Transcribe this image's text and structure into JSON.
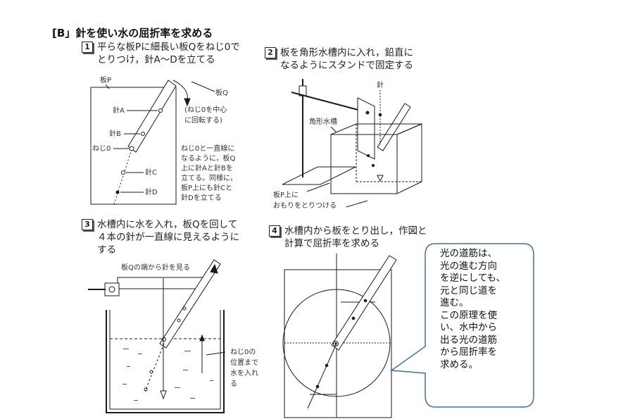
{
  "title": "[B」針を使い水の屈折率を求める",
  "steps": [
    {
      "num": "1",
      "line1": "平らな板Pに細長い板Qをねじ0で",
      "line2": "とりつけ，針A～Dを立てる"
    },
    {
      "num": "2",
      "line1": "板を角形水槽内に入れ，鉛直に",
      "line2": "なるようにスタンドで固定する"
    },
    {
      "num": "3",
      "line1": "水槽内に水を入れ，板Qを回して",
      "line2": "４本の針が一直線に見えるように",
      "line3": "する"
    },
    {
      "num": "4",
      "line1": "水槽内から板をとり出し，作図と",
      "line2": "計算で屈折率を求める"
    }
  ],
  "fig1": {
    "plate_p": "板P",
    "plate_q": "板Q",
    "rotate_note": [
      "(ねじ0を中心",
      "に回転する)"
    ],
    "needle_a": "針A",
    "needle_b": "針B",
    "screw": "ねじ0",
    "needle_c": "針C",
    "needle_d": "針D",
    "note": [
      "ねじ0と一直線に",
      "なるように，板Q",
      "上に針Aと針Bを",
      "立てる。同様に，",
      "板P上にも針Cと",
      "針Dを立てる"
    ]
  },
  "fig2": {
    "needle": "針",
    "tank": "角形水槽",
    "weight_note": [
      "板P上に",
      "おもりをとりつける"
    ]
  },
  "fig3": {
    "view_note": "板Qの端から針を見る",
    "water_note": [
      "ねじ0の",
      "位置まで",
      "水を入れ",
      "る"
    ]
  },
  "callout": {
    "lines": [
      "光の道筋は、",
      "光の進む方向",
      "を逆にしても、",
      "元と同じ道を",
      "進む。",
      "この原理を使",
      "い、水中から",
      "出る光の道筋",
      "から屈折率を",
      "求める。"
    ]
  },
  "colors": {
    "ink": "#1a1a1a",
    "callout_border": "#4a6e96",
    "water_dots": "#555555"
  }
}
